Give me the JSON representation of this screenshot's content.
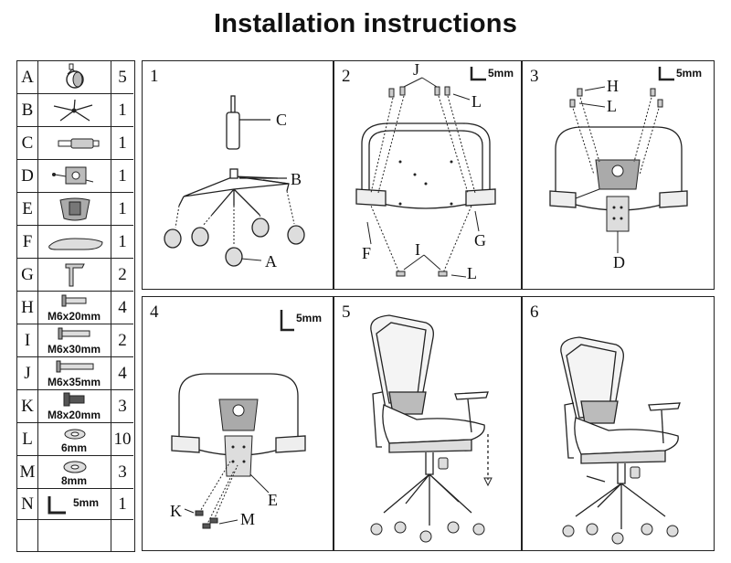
{
  "title": "Installation instructions",
  "parts": [
    {
      "letter": "A",
      "count": "5",
      "icon": "caster-wheel-icon",
      "label": ""
    },
    {
      "letter": "B",
      "count": "1",
      "icon": "five-star-base-icon",
      "label": ""
    },
    {
      "letter": "C",
      "count": "1",
      "icon": "gas-cylinder-icon",
      "label": ""
    },
    {
      "letter": "D",
      "count": "1",
      "icon": "tilt-mechanism-icon",
      "label": ""
    },
    {
      "letter": "E",
      "count": "1",
      "icon": "back-bracket-icon",
      "label": ""
    },
    {
      "letter": "F",
      "count": "1",
      "icon": "seat-cushion-icon",
      "label": ""
    },
    {
      "letter": "G",
      "count": "2",
      "icon": "armrest-icon",
      "label": ""
    },
    {
      "letter": "H",
      "count": "4",
      "icon": "screw-icon",
      "label": "M6x20mm"
    },
    {
      "letter": "I",
      "count": "2",
      "icon": "screw-icon",
      "label": "M6x30mm"
    },
    {
      "letter": "J",
      "count": "4",
      "icon": "screw-icon",
      "label": "M6x35mm"
    },
    {
      "letter": "K",
      "count": "3",
      "icon": "screw-icon",
      "label": "M8x20mm"
    },
    {
      "letter": "L",
      "count": "10",
      "icon": "washer-icon",
      "label": "6mm"
    },
    {
      "letter": "M",
      "count": "3",
      "icon": "washer-icon",
      "label": "8mm"
    },
    {
      "letter": "N",
      "count": "1",
      "icon": "allen-wrench-icon",
      "label": "5mm"
    },
    {
      "letter": "",
      "count": "",
      "icon": "",
      "label": ""
    }
  ],
  "steps": {
    "s1": {
      "num": "1",
      "labels": {
        "c": "C",
        "b": "B",
        "a": "A"
      }
    },
    "s2": {
      "num": "2",
      "wrench": "5mm",
      "labels": {
        "j": "J",
        "l_top": "L",
        "f": "F",
        "g": "G",
        "i": "I",
        "l_bot": "L"
      }
    },
    "s3": {
      "num": "3",
      "wrench": "5mm",
      "labels": {
        "h": "H",
        "l": "L",
        "d": "D"
      }
    },
    "s4": {
      "num": "4",
      "wrench": "5mm",
      "labels": {
        "e": "E",
        "k": "K",
        "m": "M"
      }
    },
    "s5": {
      "num": "5"
    },
    "s6": {
      "num": "6"
    }
  }
}
